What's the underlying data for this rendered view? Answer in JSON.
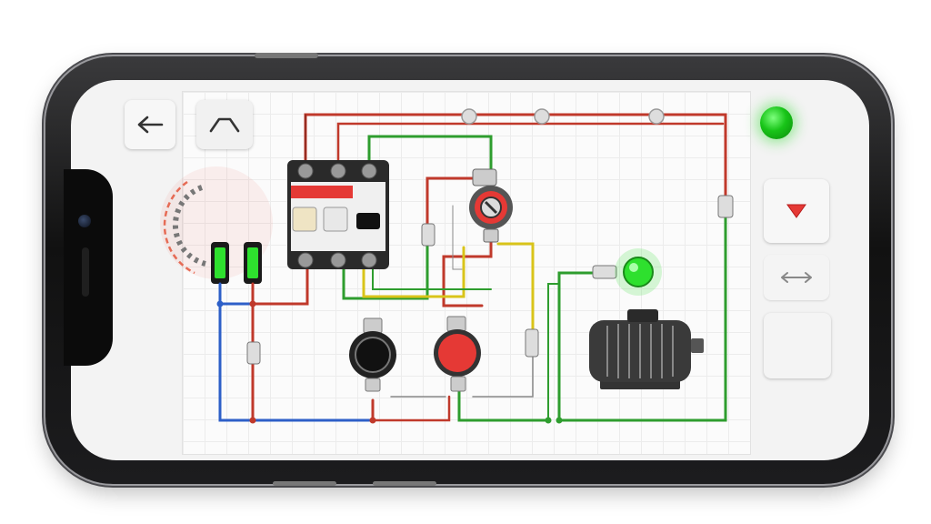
{
  "toolbar": {
    "back_icon": "arrow-left-icon",
    "wire_tool_icon": "wire-bend-icon",
    "dropdown_icon": "triangle-down-icon",
    "flip_icon": "double-arrow-horizontal-icon"
  },
  "status": {
    "power_on": true,
    "color": "#1ec21e"
  },
  "components": {
    "breaker": "circuit-breaker-3-pole",
    "start_button": "start-push-button-black",
    "stop_button": "stop-push-button-red",
    "indicator_lamp": "green-indicator-lamp",
    "motor": "electric-motor",
    "contactor": "contactor-coil"
  },
  "colors": {
    "wire_red": "#c0392b",
    "wire_green": "#2e9d2e",
    "wire_blue": "#2d5fc8",
    "wire_yellow": "#d9c41a",
    "accent_red": "#e53935",
    "lamp_green": "#22d022"
  }
}
